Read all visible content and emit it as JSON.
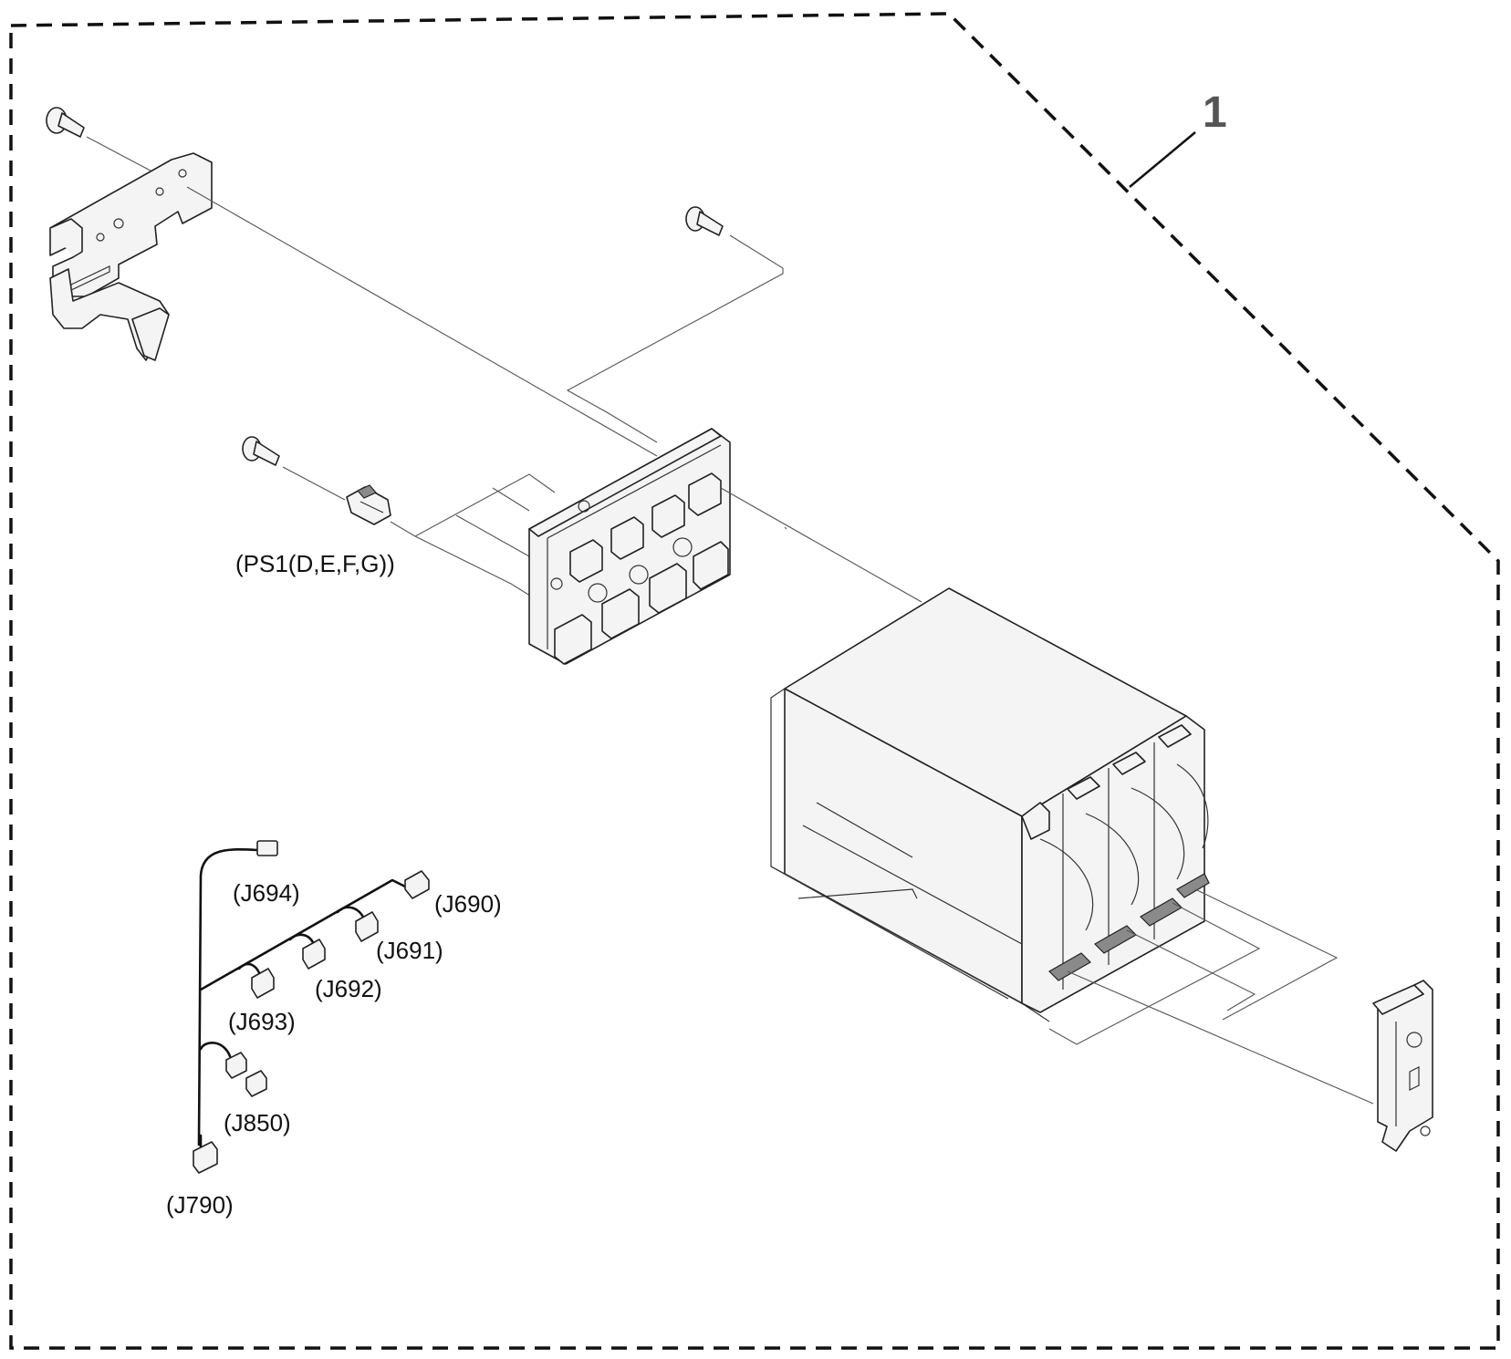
{
  "callout": {
    "number": "1"
  },
  "labels": {
    "ps1": "(PS1(D,E,F,G))",
    "j694": "(J694)",
    "j690": "(J690)",
    "j691": "(J691)",
    "j692": "(J692)",
    "j693": "(J693)",
    "j850": "(J850)",
    "j790": "(J790)"
  },
  "colors": {
    "callout": "#555555",
    "outline": "#222222",
    "background": "#ffffff"
  }
}
